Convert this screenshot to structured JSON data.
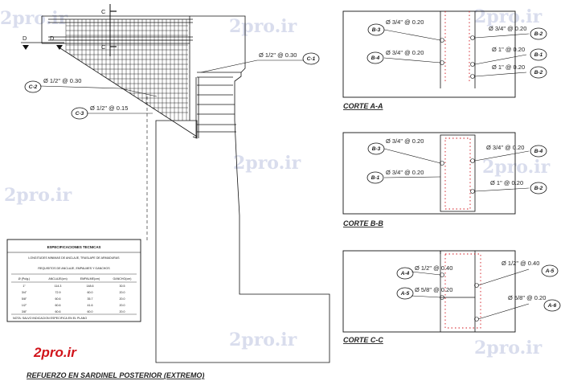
{
  "watermark": {
    "text": "2pro.ir",
    "brand": "2pro.ir",
    "brand_color": "#d1141b"
  },
  "main": {
    "section_marks": {
      "c": "C",
      "d": "D"
    },
    "labels": {
      "top_right": "Ø 1/2\" @ 0.30",
      "left_upper": "Ø 1/2\" @ 0.30",
      "left_lower": "Ø 1/2\" @ 0.15"
    },
    "tags": {
      "top_right": "C-1",
      "left_upper": "C-2",
      "left_lower": "C-3"
    },
    "title": "REFUERZO EN SARDINEL POSTERIOR (EXTREMO)"
  },
  "specs_table": {
    "title": "ESPECIFICACIONES TECNICAS",
    "subtitle": "LONGITUDES MINIMAS DE ANCLAJE, TRASLAPE DE ARMADURAS",
    "caption": "REQUISITOS DE ANCLAJE, EMPALMES Y GANCHOS",
    "headers": [
      "Ø (Pulg.)",
      "ANCLAJE(cm)",
      "EMPALME(cm)",
      "GANCHO(cm)"
    ],
    "rows": [
      [
        "1\"",
        "114.3",
        "148.6",
        "30.5"
      ],
      [
        "3/4\"",
        "72.9",
        "60.0",
        "20.0"
      ],
      [
        "5/8\"",
        "60.6",
        "35.7",
        "20.0"
      ],
      [
        "1/2\"",
        "60.6",
        "41.6",
        "20.0"
      ],
      [
        "3/8\"",
        "60.6",
        "60.0",
        "20.0"
      ]
    ],
    "note": "NOTA: SALVO INDICACION ESPECIFICA EN EL PLANO"
  },
  "section_a": {
    "title": "CORTE A-A",
    "left_labels": [
      "Ø 3/4\" @ 0.20",
      "Ø 3/4\" @ 0.20"
    ],
    "left_tags": [
      "B-3",
      "B-4"
    ],
    "right_labels": [
      "Ø 3/4\" @ 0.20",
      "Ø 1\" @ 0.20",
      "Ø 1\" @ 0.20"
    ],
    "right_tags": [
      "B-2",
      "B-1",
      "B-2"
    ]
  },
  "section_b": {
    "title": "CORTE B-B",
    "left_labels": [
      "Ø 3/4\" @ 0.20",
      "Ø 3/4\" @ 0.20"
    ],
    "left_tags": [
      "B-3",
      "B-1"
    ],
    "right_labels": [
      "Ø 3/4\" @ 0.20",
      "Ø 1\" @ 0.20"
    ],
    "right_tags": [
      "B-4",
      "B-2"
    ]
  },
  "section_c": {
    "title": "CORTE C-C",
    "left_labels": [
      "Ø 1/2\" @ 0.40",
      "Ø 5/8\" @ 0.20"
    ],
    "left_tags": [
      "A-4",
      "A-5"
    ],
    "right_labels": [
      "Ø 1/2\" @ 0.40",
      "Ø 5/8\" @ 0.20"
    ],
    "right_tags": [
      "A-5",
      "A-6"
    ]
  },
  "colors": {
    "line": "#111111",
    "rebar": "#d1141b",
    "watermark": "#c9cfe6"
  }
}
